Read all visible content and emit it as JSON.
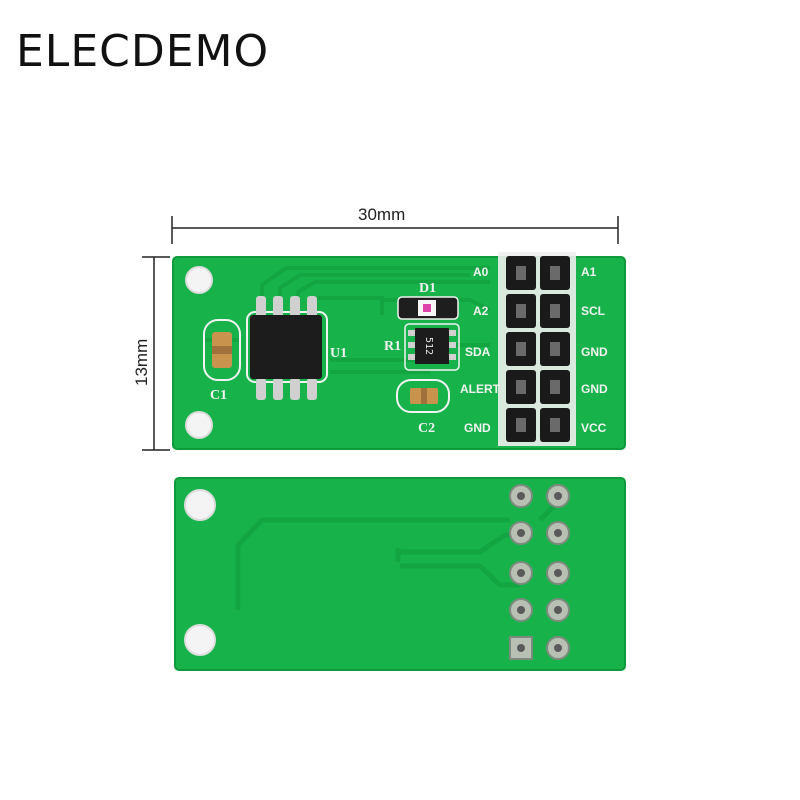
{
  "brand": "ELECDEMO",
  "dimensions": {
    "width": "30mm",
    "height": "13mm"
  },
  "front": {
    "left_labels": [
      "A0",
      "A2",
      "SDA",
      "ALERT",
      "GND"
    ],
    "right_labels": [
      "A1",
      "SCL",
      "GND",
      "GND",
      "VCC"
    ],
    "u1": "U1",
    "c1": "C1",
    "c2": "C2",
    "d1": "D1",
    "r1": "R1",
    "resistor_code": "512"
  },
  "colors": {
    "pcb": "#17b34a",
    "pcb_edge": "#0f9a3c",
    "trace": "#12a542",
    "silkscreen": "#f2f2f2",
    "header": "#1a1a1a"
  }
}
